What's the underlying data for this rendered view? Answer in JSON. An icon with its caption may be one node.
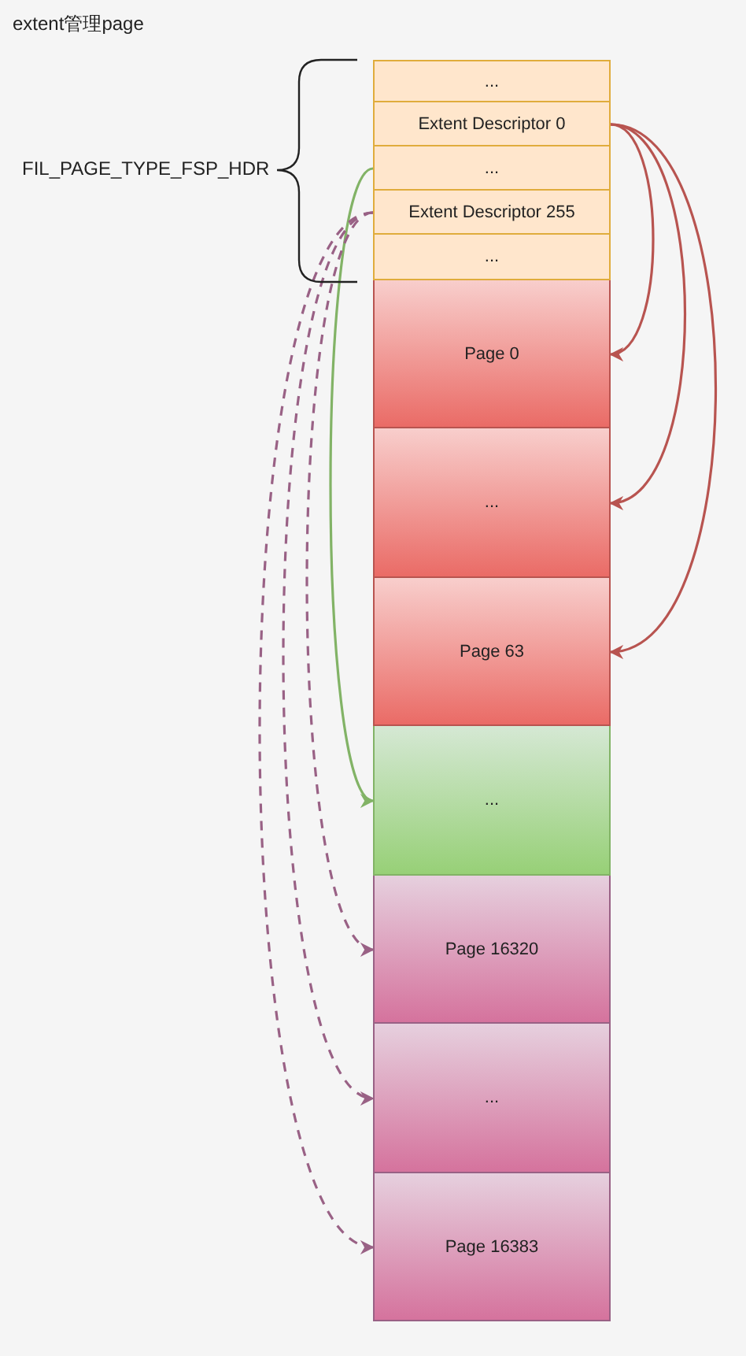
{
  "diagram": {
    "title": "extent管理page",
    "nodes": [
      {
        "text": [
          "..."
        ]
      },
      {
        "text": [
          "Extent Descriptor 0"
        ]
      },
      {
        "text": [
          "..."
        ]
      },
      {
        "text": [
          "Extent Descriptor 255"
        ]
      },
      {
        "text": [
          "..."
        ]
      },
      {
        "text": [
          "Page 0"
        ]
      },
      {
        "text": [
          "..."
        ]
      },
      {
        "text": [
          "Page 63"
        ]
      },
      {
        "text": [
          "..."
        ]
      },
      {
        "text": [
          "Page 16320"
        ]
      },
      {
        "text": [
          "..."
        ]
      },
      {
        "text": [
          "Page 16383"
        ]
      }
    ],
    "edges": [
      {
        "from": 1,
        "to": 5,
        "arrow": "to"
      },
      {
        "from": 1,
        "to": 6,
        "arrow": "to"
      },
      {
        "from": 1,
        "to": 7,
        "arrow": "to"
      },
      {
        "from": 2,
        "to": 8,
        "arrow": "to",
        "color": "#82b366"
      },
      {
        "from": 3,
        "to": 9,
        "arrow": "to",
        "style": "dashed",
        "color": "#996185"
      },
      {
        "from": 3,
        "to": 10,
        "arrow": "to",
        "style": "dashed",
        "color": "#996185"
      },
      {
        "from": 3,
        "to": 11,
        "arrow": "to",
        "style": "dashed",
        "color": "#996185"
      }
    ],
    "labels": [
      "FIL_PAGE_TYPE_FSP_HDR"
    ]
  }
}
